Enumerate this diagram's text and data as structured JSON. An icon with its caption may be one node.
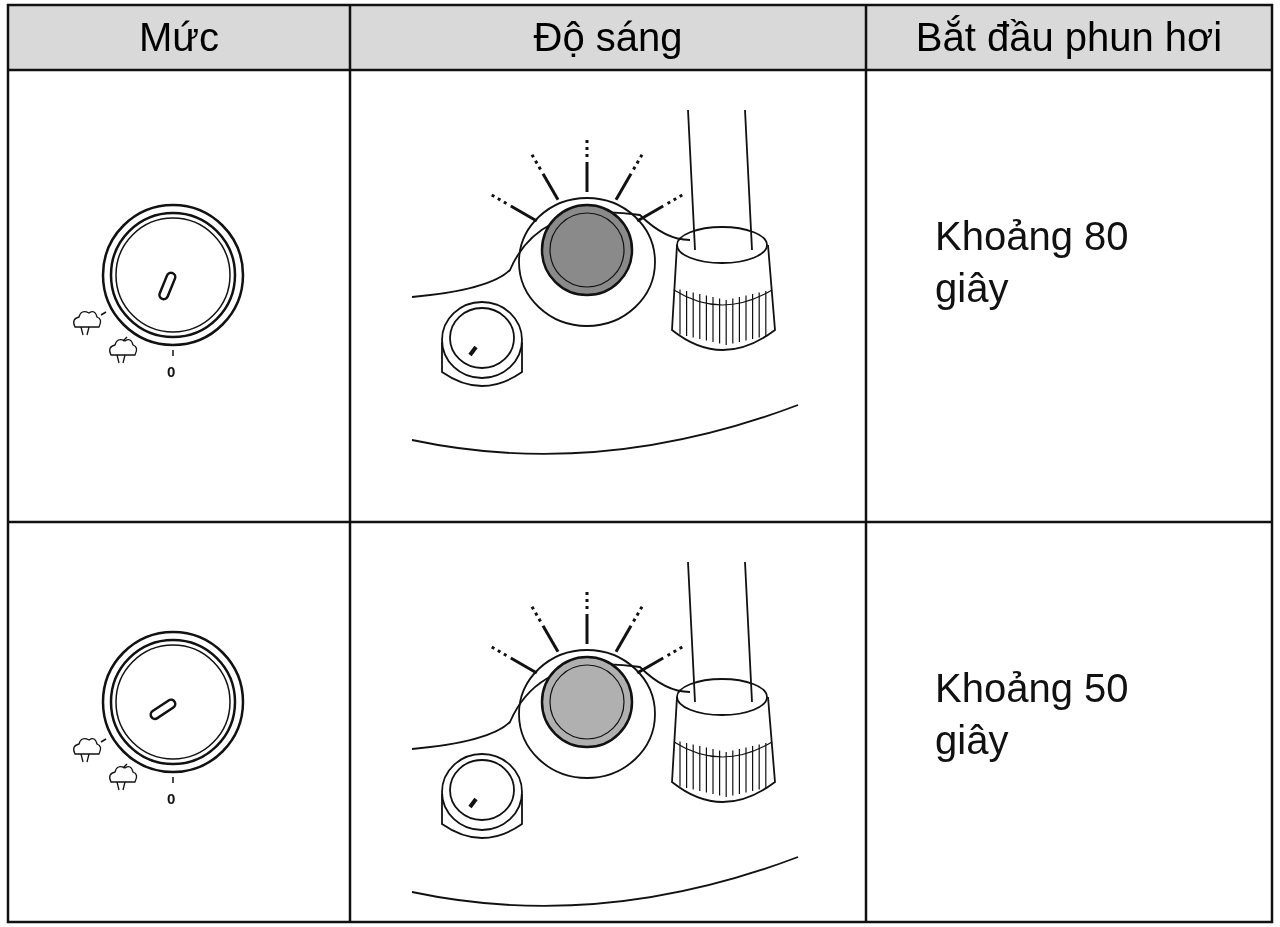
{
  "diagram": {
    "labels": [
      "Mức",
      "Độ sáng",
      "Bắt đầu phun hơi",
      "0",
      "Khoảng 80 giây",
      "0",
      "Khoảng 50 giây"
    ]
  }
}
